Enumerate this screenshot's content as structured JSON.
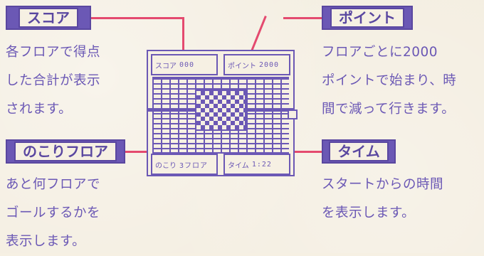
{
  "labels": {
    "score": "スコア",
    "point": "ポイント",
    "remaining": "のこりフロア",
    "time": "タイム"
  },
  "descriptions": {
    "score": "各フロアで得点\nした合計が表示\nされます。",
    "point": "フロアごとに2000\nポイントで始まり、時\n間で減って行きます。",
    "remaining": "あと何フロアで\nゴールするかを\n表示します。",
    "time": "スタートからの時間\nを表示します。"
  },
  "screen": {
    "score_label": "スコア",
    "score_value": "000",
    "point_label": "ポイント",
    "point_value": "2000",
    "remaining_label": "のこり",
    "remaining_value": "3フロア",
    "time_label": "タイム",
    "time_value": "1:22"
  },
  "colors": {
    "ink": "#6b58b5",
    "leader": "#e44a6f",
    "paper": "#f4eee1"
  }
}
